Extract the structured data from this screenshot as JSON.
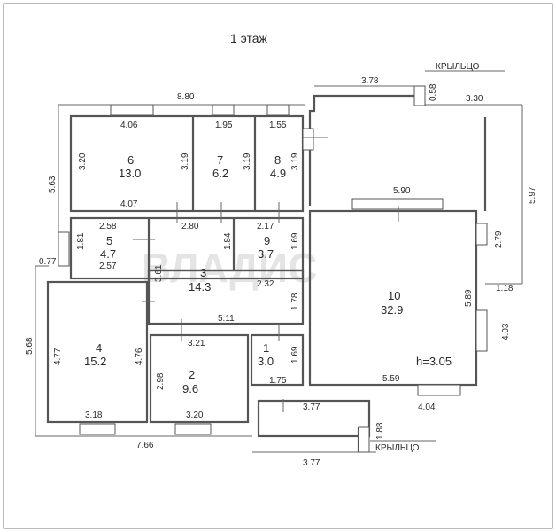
{
  "title": "1 этаж",
  "watermark": "ВЛАДИС",
  "porch_top_label": "КРЫЛЬЦО",
  "porch_bottom_label": "КРЫЛЬЦО",
  "height_label": "h=3.05",
  "rooms": [
    {
      "num": "1",
      "area": "3.0"
    },
    {
      "num": "2",
      "area": "9.6"
    },
    {
      "num": "3",
      "area": "14.3"
    },
    {
      "num": "4",
      "area": "15.2"
    },
    {
      "num": "5",
      "area": "4.7"
    },
    {
      "num": "6",
      "area": "13.0"
    },
    {
      "num": "7",
      "area": "6.2"
    },
    {
      "num": "8",
      "area": "4.9"
    },
    {
      "num": "9",
      "area": "3.7"
    },
    {
      "num": "10",
      "area": "32.9"
    }
  ],
  "dims": [
    "8.80",
    "3.78",
    "0.58",
    "3.30",
    "4.06",
    "1.95",
    "1.55",
    "3.20",
    "3.19",
    "3.19",
    "3.19",
    "5.63",
    "5.97",
    "4.07",
    "5.90",
    "2.58",
    "2.80",
    "2.17",
    "1.81",
    "1.84",
    "1.69",
    "2.79",
    "0.77",
    "2.57",
    "3.61",
    "2.32",
    "1.18",
    "5.89",
    "1.78",
    "5.68",
    "4.77",
    "4.76",
    "5.11",
    "3.21",
    "4.03",
    "2.98",
    "1.69",
    "5.59",
    "1.75",
    "3.77",
    "4.04",
    "3.18",
    "3.20",
    "1.88",
    "7.66",
    "3.77"
  ]
}
